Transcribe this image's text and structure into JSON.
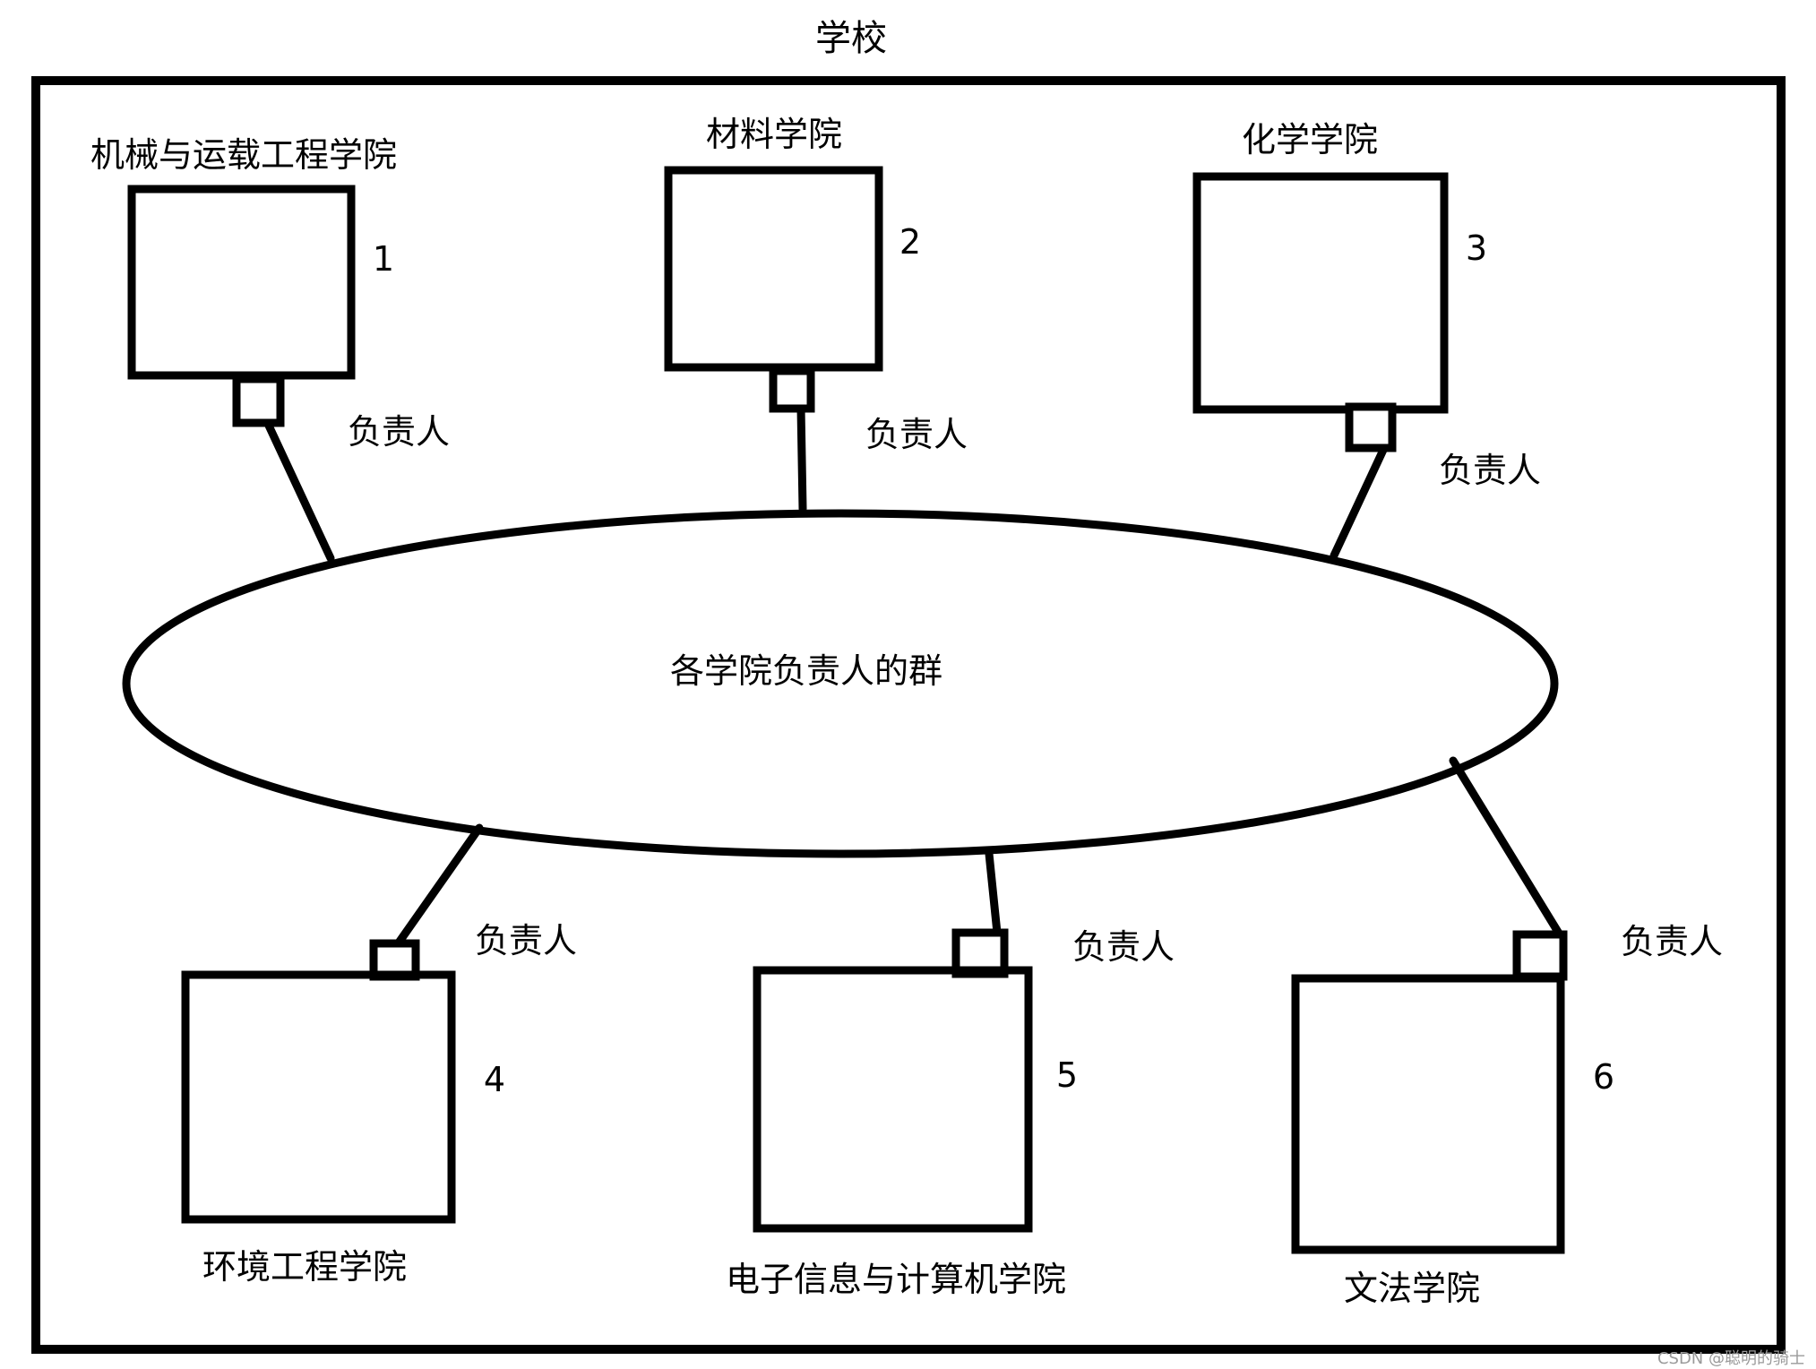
{
  "title": "学校",
  "group": {
    "label": "各学院负责人的群"
  },
  "colleges": [
    {
      "id": 1,
      "name": "机械与运载工程学院",
      "number": "1",
      "role": "负责人"
    },
    {
      "id": 2,
      "name": "材料学院",
      "number": "2",
      "role": "负责人"
    },
    {
      "id": 3,
      "name": "化学学院",
      "number": "3",
      "role": "负责人"
    },
    {
      "id": 4,
      "name": "环境工程学院",
      "number": "4",
      "role": "负责人"
    },
    {
      "id": 5,
      "name": "电子信息与计算机学院",
      "number": "5",
      "role": "负责人"
    },
    {
      "id": 6,
      "name": "文法学院",
      "number": "6",
      "role": "负责人"
    }
  ],
  "watermark": "CSDN @聪明的骑士"
}
